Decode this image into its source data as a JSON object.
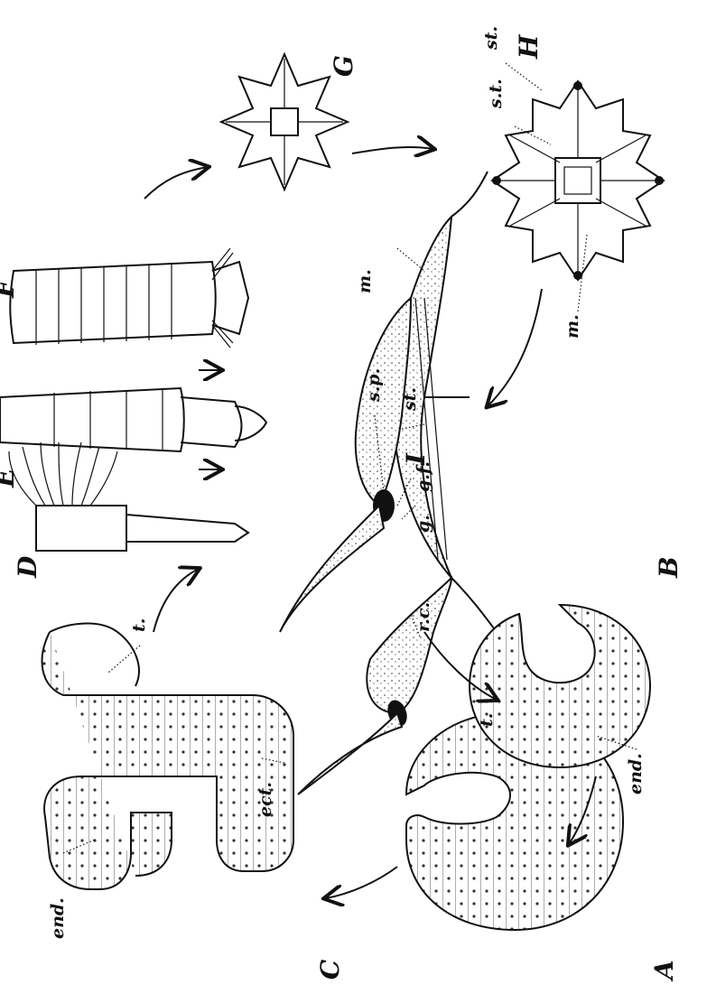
{
  "figure": {
    "stages": {
      "A": "A",
      "B": "B",
      "C": "C",
      "D": "D",
      "E": "E",
      "F": "F",
      "G": "G",
      "H": "H",
      "I": "I"
    },
    "labels": {
      "t_polyp": "t.",
      "end_c": "end.",
      "ect_c": "ect.",
      "end_a": "end.",
      "rc": "r.c.",
      "g": "g.",
      "gf": "g.f.",
      "st_i": "st.",
      "sp": "s.p.",
      "m_i": "m.",
      "t_i": "t.",
      "st_h1": "st.",
      "st_h2": "s.t.",
      "m_h": "m."
    }
  }
}
